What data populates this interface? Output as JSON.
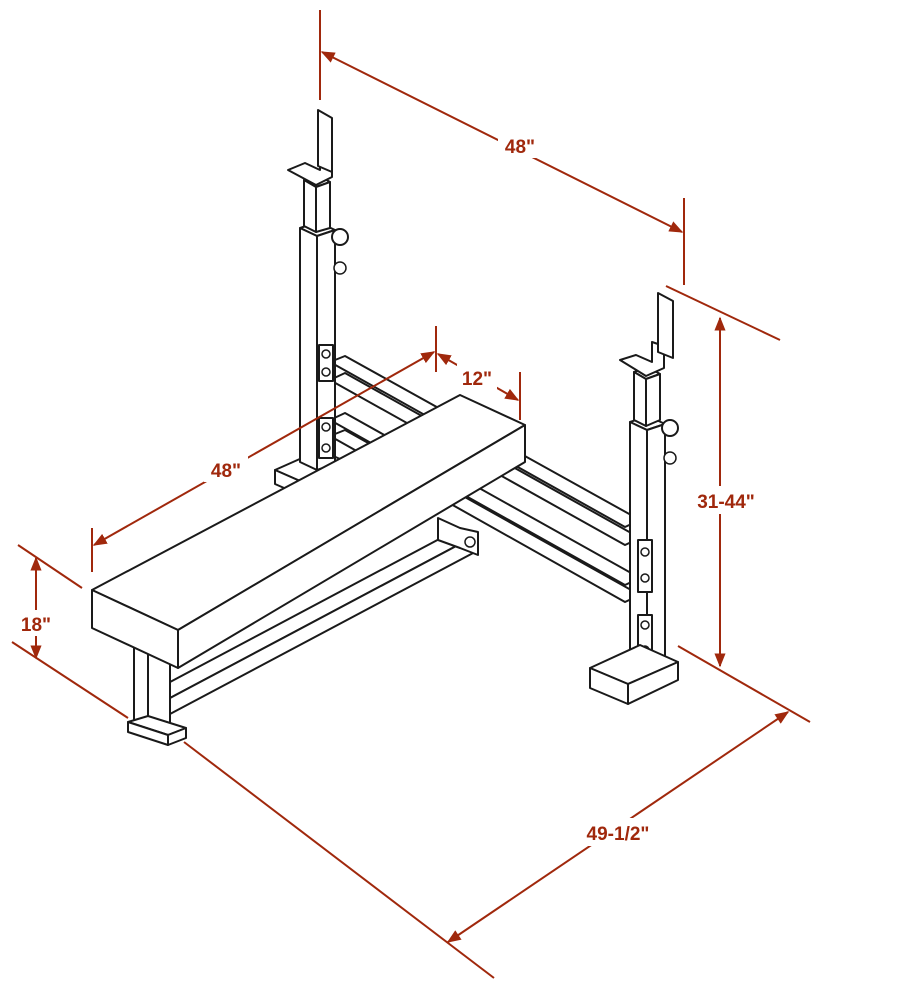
{
  "colors": {
    "dimension": "#a0280c",
    "line_art": "#1a1a1a",
    "background": "#ffffff"
  },
  "dimensions": {
    "upright_spacing": "48\"",
    "bench_length": "48\"",
    "bench_width": "12\"",
    "bench_height": "18\"",
    "rack_height": "31-44\"",
    "overall_depth": "49-1/2\""
  }
}
